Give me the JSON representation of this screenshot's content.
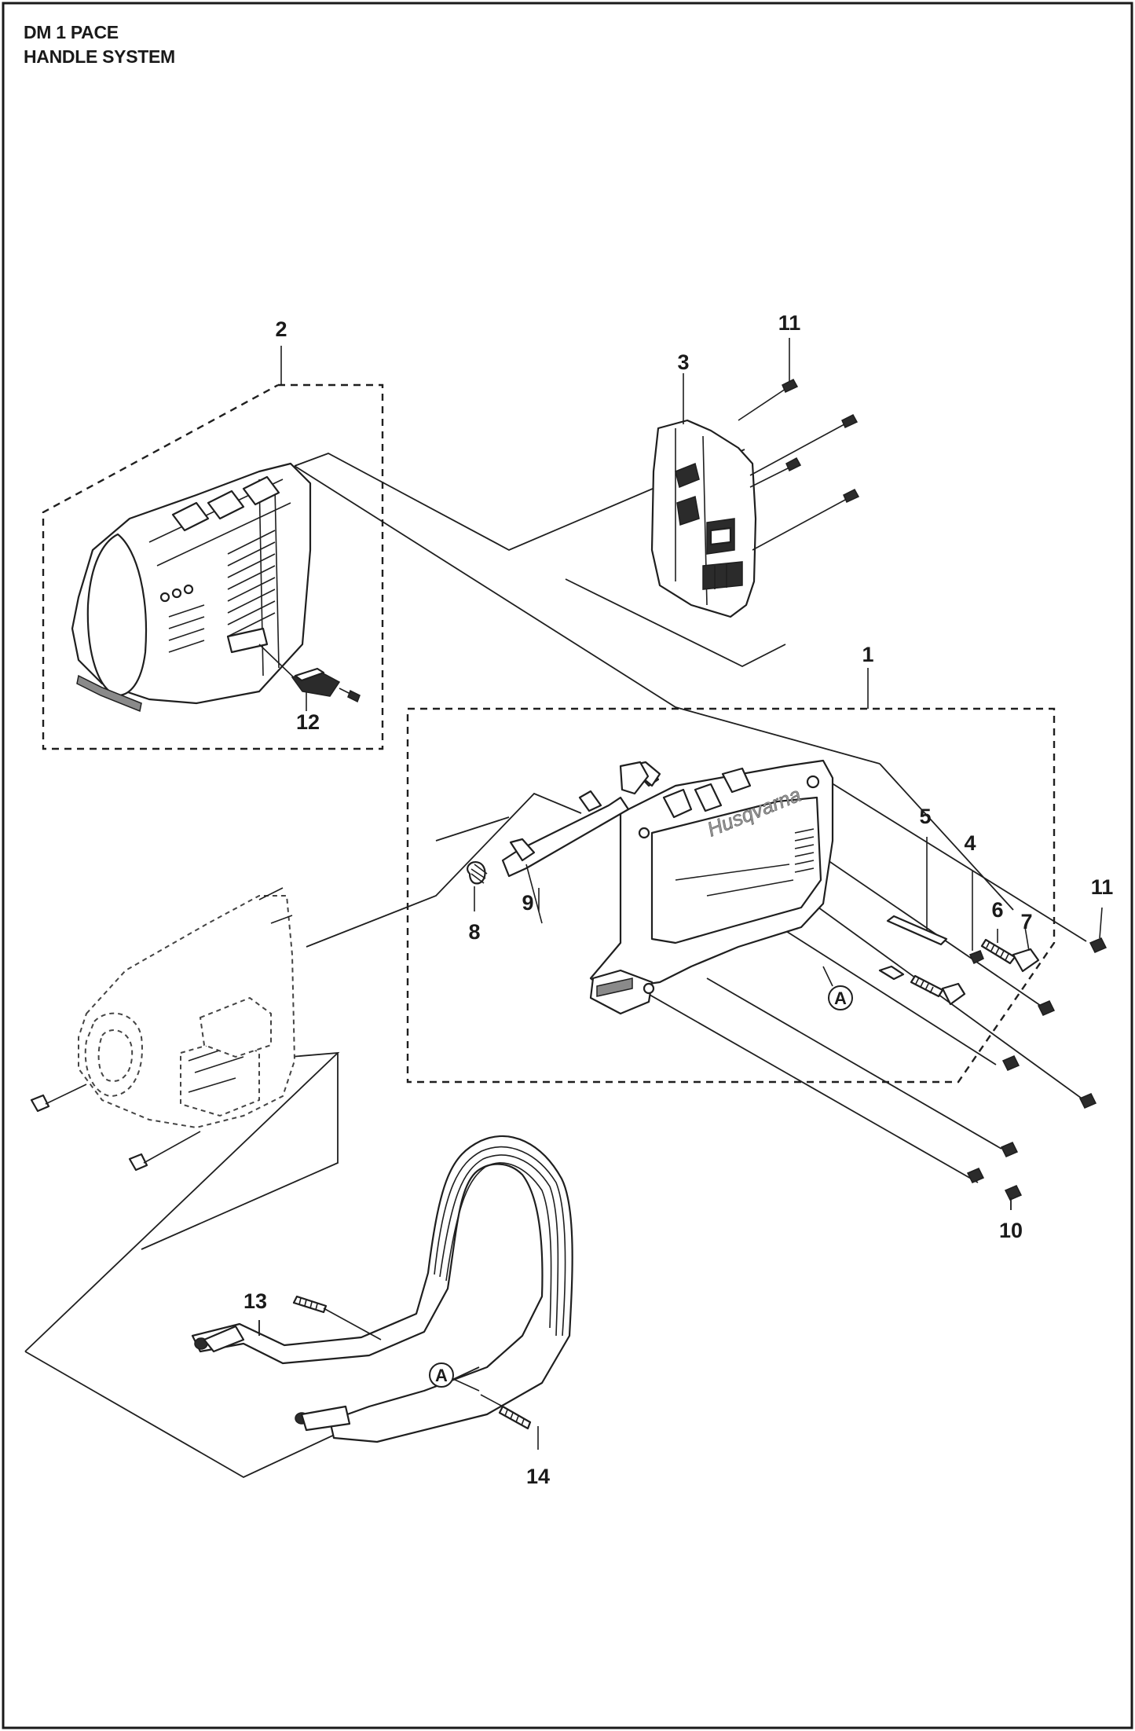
{
  "header": {
    "model": "DM 1 PACE",
    "section": "HANDLE SYSTEM"
  },
  "callouts": {
    "c1": "1",
    "c2": "2",
    "c3": "3",
    "c4": "4",
    "c5": "5",
    "c6": "6",
    "c7": "7",
    "c8": "8",
    "c9": "9",
    "c10": "10",
    "c11a": "11",
    "c11b": "11",
    "c12": "12",
    "c13": "13",
    "c14": "14"
  },
  "refs": {
    "a1": "A",
    "a2": "A"
  },
  "brand_mark": "Husqvarna"
}
